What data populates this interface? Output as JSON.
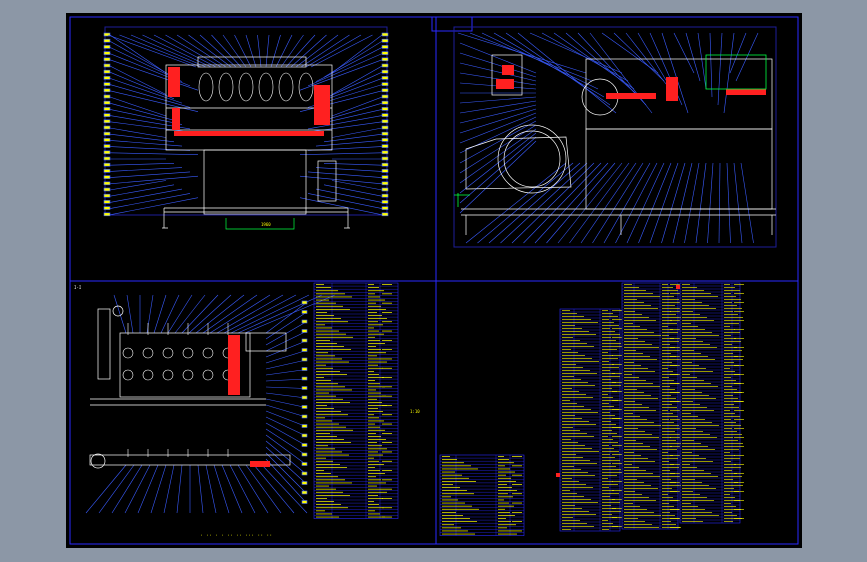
{
  "viewer": {
    "background_color": "#8c97a6",
    "sheet_color": "#000000"
  },
  "colors": {
    "frame": "#2a2aff",
    "leader": "#3a5cff",
    "text": "#ffff00",
    "machine": "#ffffff",
    "section": "#ff2020",
    "accent": "#00ff40",
    "cyan": "#00e0ff"
  },
  "views": [
    {
      "id": "front-section",
      "quadrant": "top-left"
    },
    {
      "id": "side-elevation",
      "quadrant": "top-right"
    },
    {
      "id": "manifold-elevation",
      "quadrant": "bottom-left"
    },
    {
      "id": "parts-list",
      "quadrant": "bottom-right"
    }
  ],
  "labels": {
    "tech_note": "I-I",
    "dimension": "1960",
    "scale_note": "1:10",
    "bottom_caption": "· ·· · · ··  ·· ··· ·· ··"
  },
  "parts_tables": {
    "columns": [
      "序号",
      "代号",
      "名称",
      "数量",
      "材料",
      "备注"
    ],
    "table_count": 4
  }
}
